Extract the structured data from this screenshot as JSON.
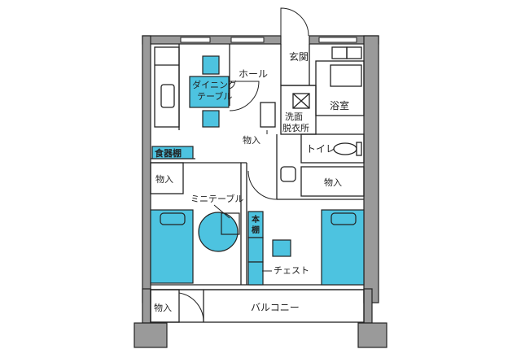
{
  "colors": {
    "wall": "#9a9a9a",
    "line": "#222222",
    "furniture": "#4dc3e0",
    "background": "#ffffff"
  },
  "rooms": {
    "genkan": "玄関",
    "hall": "ホール",
    "dining_line1": "ダイニング",
    "dining_line2": "テーブル",
    "bath": "浴室",
    "wash_line1": "洗面",
    "wash_line2": "脱衣所",
    "toilet": "トイレ",
    "storage_hall": "物入",
    "dish_cabinet": "食器棚",
    "storage_left": "物入",
    "storage_right": "物入",
    "mini_table": "ミニテーブル",
    "bookshelf_line1": "本",
    "bookshelf_line2": "棚",
    "chest": "チェスト",
    "storage_bottom": "物入",
    "balcony": "バルコニー"
  }
}
